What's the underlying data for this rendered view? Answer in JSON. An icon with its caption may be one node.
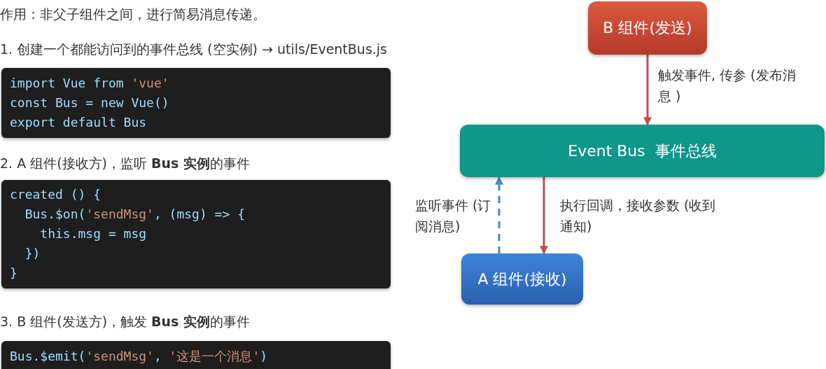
{
  "diagram": {
    "nodes": [
      {
        "text": [
          "B 组件(发送)"
        ]
      },
      {
        "text": [
          "Event Bus  事件总线"
        ]
      },
      {
        "text": [
          "A 组件(接收)"
        ]
      }
    ],
    "edges": [
      {
        "from": 0,
        "to": 1,
        "arrow": "to",
        "label": "触发事件, 传参 (发布消息 )"
      },
      {
        "from": 2,
        "to": 1,
        "arrow": "to",
        "label": "监听事件 (订阅消息)",
        "style": "dashed",
        "color": "#4a86c5"
      },
      {
        "from": 1,
        "to": 2,
        "arrow": "to",
        "label": "执行回调，接收参数 (收到通知)"
      }
    ],
    "labels": [
      "作用：非父子组件之间，进行简易消息传递。",
      "1. 创建一个都能访问到的事件总线 (空实例) → utils/EventBus.js",
      "import Vue from 'vue'",
      "const Bus = new Vue()",
      "export default Bus",
      "2. A 组件(接收方)，监听 **Bus 实例**的事件",
      "created () {",
      "  Bus.$on('sendMsg', (msg) => {",
      "    this.msg = msg",
      "  })",
      "}",
      "3. B 组件(发送方)，触发 **Bus 实例**的事件",
      "Bus.$emit('sendMsg', '这是一个消息')"
    ]
  }
}
